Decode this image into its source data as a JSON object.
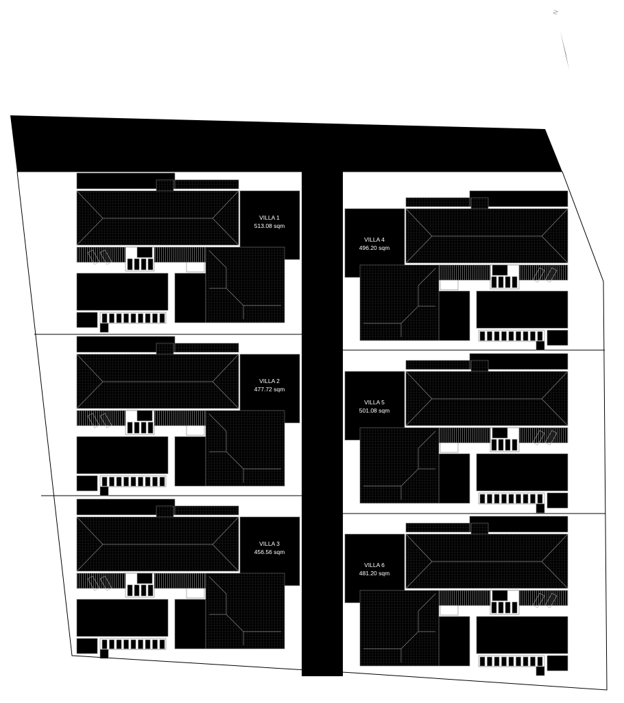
{
  "north_label": "N",
  "villas": [
    {
      "name": "VILLA 1",
      "area": "513.08 sqm"
    },
    {
      "name": "VILLA 2",
      "area": "477.72 sqm"
    },
    {
      "name": "VILLA 3",
      "area": "456.56 sqm"
    },
    {
      "name": "VILLA 4",
      "area": "496.20 sqm"
    },
    {
      "name": "VILLA 5",
      "area": "501.08 sqm"
    },
    {
      "name": "VILLA 6",
      "area": "481.20 sqm"
    }
  ],
  "colors": {
    "building": "#000000",
    "ground": "#ffffff",
    "line": "#888888"
  }
}
